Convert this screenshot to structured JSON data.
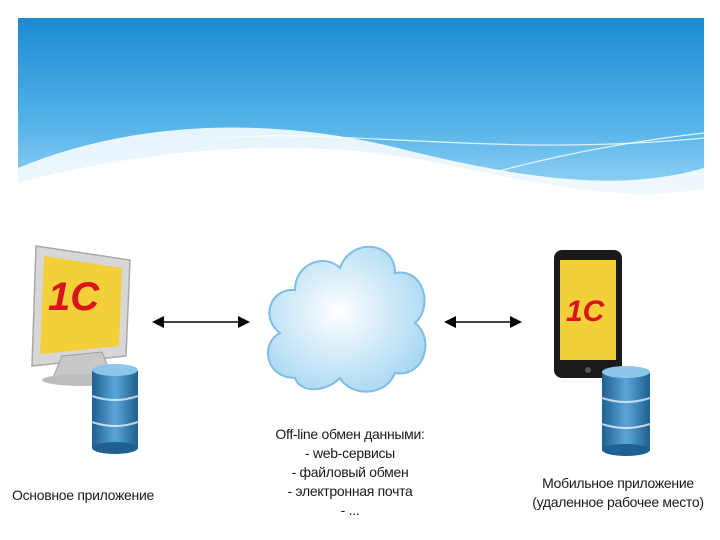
{
  "logo_text": "1С",
  "captions": {
    "main_app": "Основное приложение",
    "exchange": {
      "title": "Off-line обмен данными:",
      "items": [
        "- web-сервисы",
        "- файловый обмен",
        "- электронная почта",
        "- ..."
      ]
    },
    "mobile_app": {
      "line1": "Мобильное приложение",
      "line2": "(удаленное рабочее место)"
    }
  },
  "colors": {
    "banner_top": "#1f8fd4",
    "banner_bottom": "#8fd0f2",
    "logo_bg": "#f3cf3a",
    "logo_red": "#d8141c",
    "server": "#2f7fb8",
    "cloud": "#bfe3f7"
  }
}
